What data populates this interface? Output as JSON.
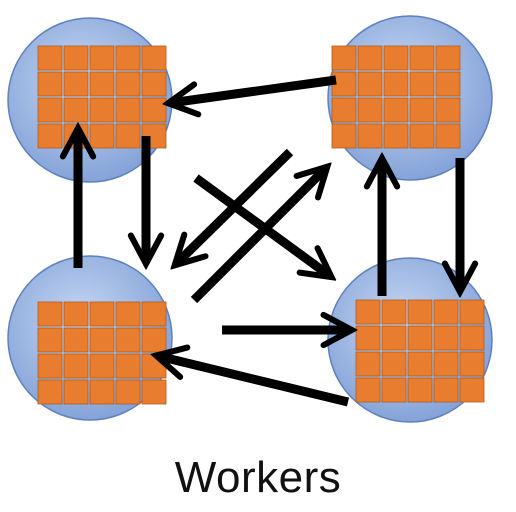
{
  "diagram": {
    "caption": "Workers",
    "colors": {
      "node_fill_light": "#b8cdef",
      "node_fill_dark": "#7f9fd6",
      "node_stroke": "#5f80c0",
      "cell_fill": "#e97d2f",
      "cell_stroke": "#b35a16",
      "arrow": "#000000"
    },
    "workers": [
      {
        "id": "worker-top-left",
        "grid_rows": 4,
        "grid_cols": 5
      },
      {
        "id": "worker-top-right",
        "grid_rows": 4,
        "grid_cols": 5
      },
      {
        "id": "worker-bottom-left",
        "grid_rows": 4,
        "grid_cols": 5
      },
      {
        "id": "worker-bottom-right",
        "grid_rows": 4,
        "grid_cols": 5
      }
    ],
    "arrows": [
      {
        "id": "arrow-tr-to-tl",
        "from": "worker-top-right",
        "to": "worker-top-left"
      },
      {
        "id": "arrow-br-to-bl",
        "from": "worker-bottom-right",
        "to": "worker-bottom-left"
      },
      {
        "id": "arrow-bl-to-br",
        "from": "worker-bottom-left",
        "to": "worker-bottom-right"
      },
      {
        "id": "arrow-bl-to-tl",
        "from": "worker-bottom-left",
        "to": "worker-top-left"
      },
      {
        "id": "arrow-tl-to-bl",
        "from": "worker-top-left",
        "to": "worker-bottom-left"
      },
      {
        "id": "arrow-br-to-tr",
        "from": "worker-bottom-right",
        "to": "worker-top-right"
      },
      {
        "id": "arrow-tr-to-br",
        "from": "worker-top-right",
        "to": "worker-bottom-right"
      },
      {
        "id": "arrow-tl-to-br",
        "from": "worker-top-left",
        "to": "worker-bottom-right"
      },
      {
        "id": "arrow-bl-to-tr",
        "from": "worker-bottom-left",
        "to": "worker-top-right"
      },
      {
        "id": "arrow-tr-to-bl",
        "from": "worker-top-right",
        "to": "worker-bottom-left"
      }
    ]
  }
}
